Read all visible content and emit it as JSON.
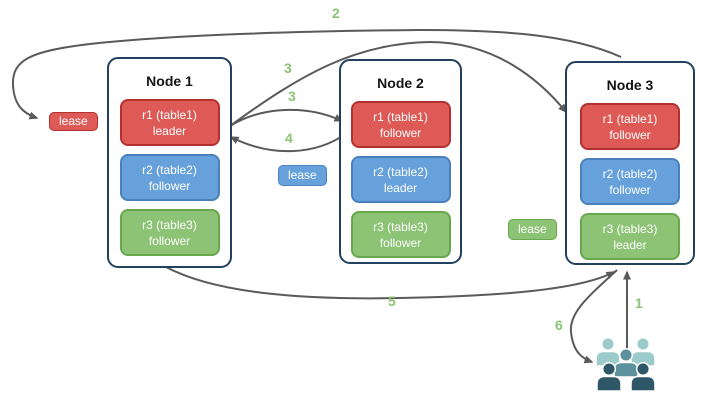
{
  "nodes": [
    {
      "title": "Node 1",
      "replicas": [
        {
          "name": "r1 (table1)",
          "role": "leader",
          "color": "red"
        },
        {
          "name": "r2 (table2)",
          "role": "follower",
          "color": "blue"
        },
        {
          "name": "r3 (table3)",
          "role": "follower",
          "color": "green"
        }
      ]
    },
    {
      "title": "Node 2",
      "replicas": [
        {
          "name": "r1 (table1)",
          "role": "follower",
          "color": "red"
        },
        {
          "name": "r2 (table2)",
          "role": "leader",
          "color": "blue"
        },
        {
          "name": "r3 (table3)",
          "role": "follower",
          "color": "green"
        }
      ]
    },
    {
      "title": "Node 3",
      "replicas": [
        {
          "name": "r1 (table1)",
          "role": "follower",
          "color": "red"
        },
        {
          "name": "r2 (table2)",
          "role": "follower",
          "color": "blue"
        },
        {
          "name": "r3 (table3)",
          "role": "leader",
          "color": "green"
        }
      ]
    }
  ],
  "leases": [
    {
      "label": "lease",
      "color": "red"
    },
    {
      "label": "lease",
      "color": "blue"
    },
    {
      "label": "lease",
      "color": "green"
    }
  ],
  "arrow_labels": [
    {
      "text": "2"
    },
    {
      "text": "3"
    },
    {
      "text": "3"
    },
    {
      "text": "4"
    },
    {
      "text": "5"
    },
    {
      "text": "6"
    },
    {
      "text": "1"
    }
  ],
  "icons": {
    "users_group": "users-group-icon"
  },
  "colors": {
    "red_fill": "#dd5a56",
    "red_border": "#b33230",
    "blue_fill": "#66a1dc",
    "blue_border": "#4a81bc",
    "green_fill": "#8cc374",
    "green_border": "#69a74f",
    "node_border": "#23415f",
    "arrow": "#5a5a5a",
    "step_label": "#8cc374",
    "users_light": "#9bcbcb",
    "users_mid": "#5d919d",
    "users_dark": "#2e5767"
  }
}
